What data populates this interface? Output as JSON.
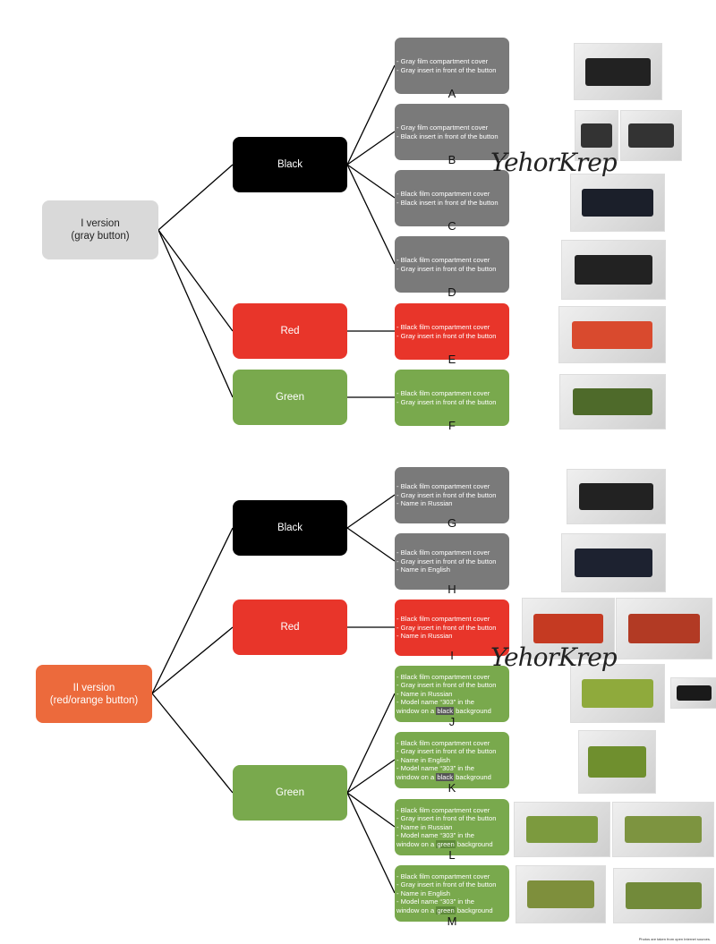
{
  "colors": {
    "gray_root": "#d9d9d9",
    "black": "#000000",
    "red": "#e8352a",
    "green": "#79a94d",
    "leaf_gray": "#7a7a7a",
    "orange_root": "#ec6a3c"
  },
  "roots": [
    {
      "label1": "I version",
      "label2": "(gray button)"
    },
    {
      "label1": "II version",
      "label2": "(red/orange button)"
    }
  ],
  "branches": {
    "black1": "Black",
    "red1": "Red",
    "green1": "Green",
    "black2": "Black",
    "red2": "Red",
    "green2": "Green"
  },
  "leaves": [
    {
      "letter": "A",
      "lines": [
        "- Gray film compartment cover",
        "- Gray insert in front of the button"
      ]
    },
    {
      "letter": "B",
      "lines": [
        "- Gray film compartment cover",
        "- Black insert in front of the button"
      ]
    },
    {
      "letter": "C",
      "lines": [
        "- Black film compartment cover",
        "- Black insert in front of the button"
      ]
    },
    {
      "letter": "D",
      "lines": [
        "- Black film compartment cover",
        "- Gray insert in front of the button"
      ]
    },
    {
      "letter": "E",
      "lines": [
        "- Black film compartment cover",
        "- Gray insert in front of the button"
      ]
    },
    {
      "letter": "F",
      "lines": [
        "- Black film compartment cover",
        "- Gray insert in front of the button"
      ]
    },
    {
      "letter": "G",
      "lines": [
        "- Black film compartment cover",
        "- Gray insert in front of the button",
        "- Name in Russian"
      ]
    },
    {
      "letter": "H",
      "lines": [
        "- Black film compartment cover",
        "- Gray insert in front of the button",
        "- Name in English"
      ]
    },
    {
      "letter": "I",
      "lines": [
        "- Black film compartment cover",
        "- Gray insert in front of the button",
        "- Name in Russian"
      ]
    },
    {
      "letter": "J",
      "lines": [
        "- Black film compartment cover",
        "- Gray insert in front of the button",
        "- Name in Russian",
        "- Model name “303” in the"
      ],
      "last": {
        "pre": "window on a ",
        "hl": "black",
        "post": " background"
      }
    },
    {
      "letter": "K",
      "lines": [
        "- Black film compartment cover",
        "- Gray insert in front of the button",
        "- Name in English",
        "- Model name “303” in the"
      ],
      "last": {
        "pre": "window on a ",
        "hl": "black",
        "post": " background"
      }
    },
    {
      "letter": "L",
      "lines": [
        "- Black film compartment cover",
        "- Gray insert in front of the button",
        "- Name in Russian",
        "- Model name “303” in the"
      ],
      "last": {
        "pre": "window on a ",
        "hl": "green",
        "post": " background"
      }
    },
    {
      "letter": "M",
      "lines": [
        "- Black film compartment cover",
        "- Gray insert in front of the button",
        "- Name in English",
        "- Model name “303” in the"
      ],
      "last": {
        "pre": "window on a ",
        "hl": "green",
        "post": " background"
      }
    }
  ],
  "watermark": "YehorKrep",
  "footer": "Photos are taken from open Internet sources."
}
